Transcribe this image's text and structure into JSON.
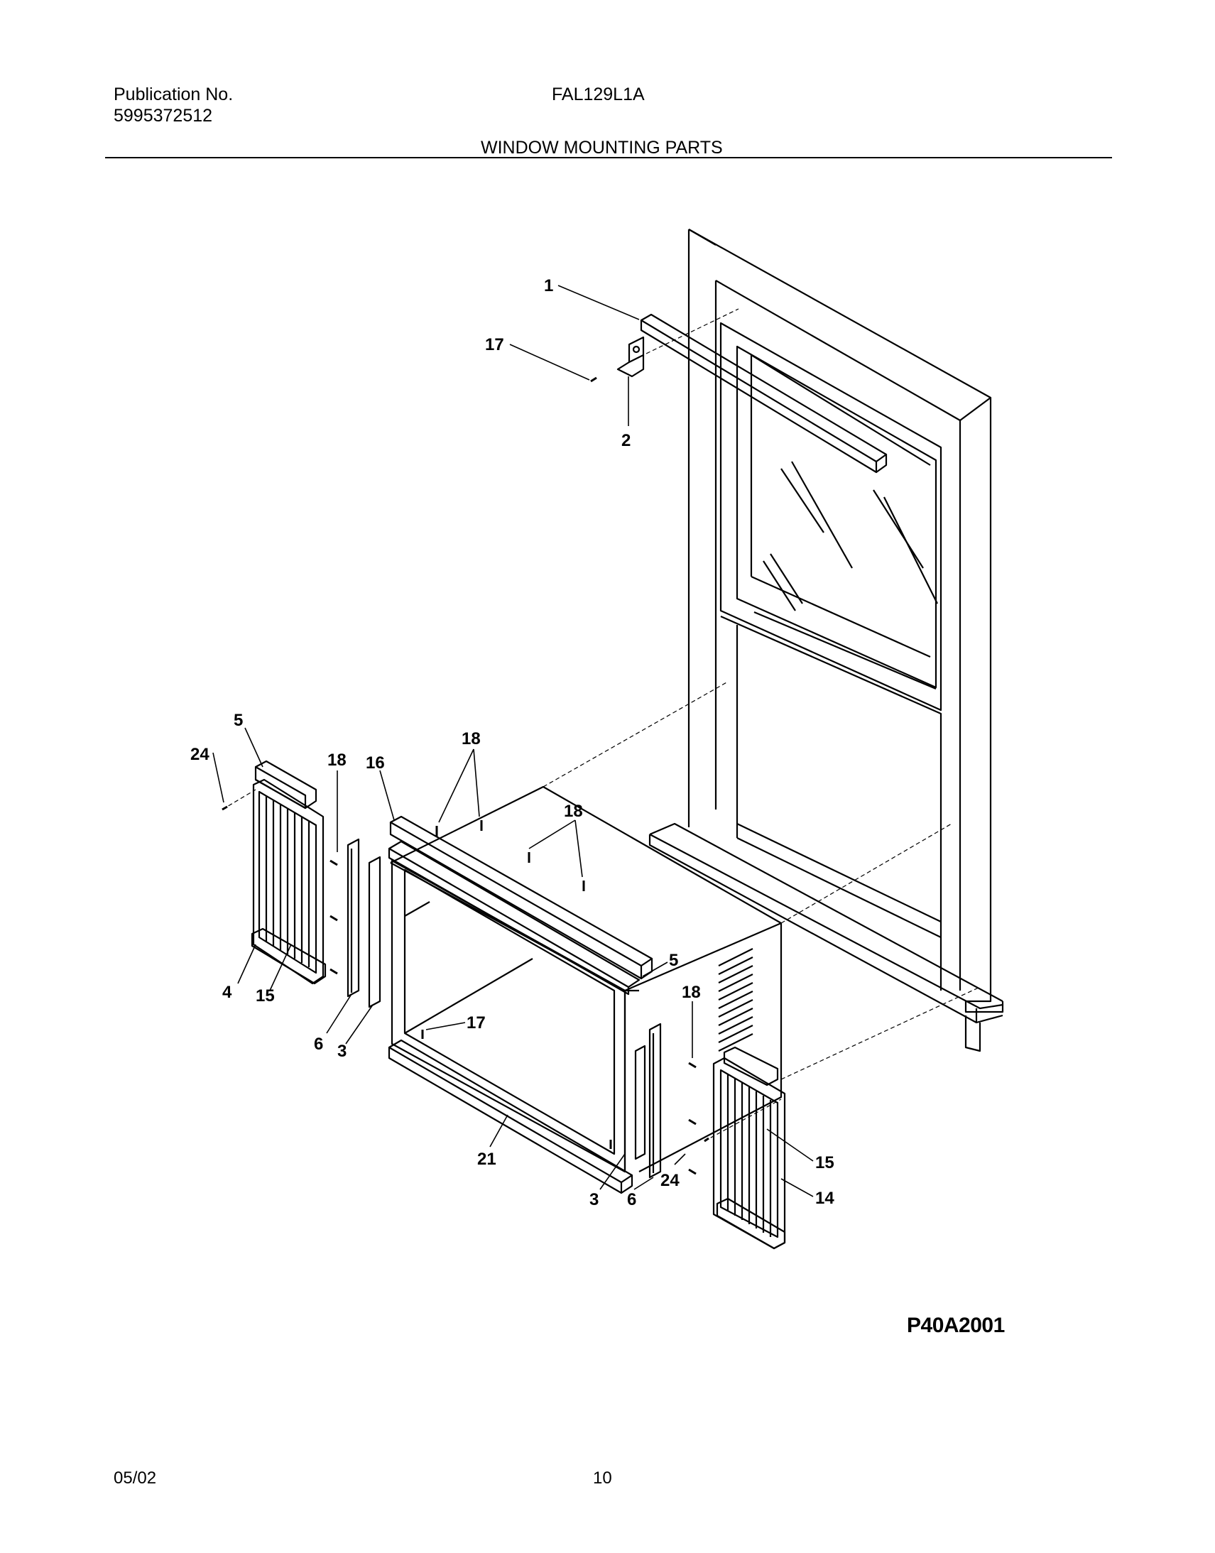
{
  "header": {
    "publication_label": "Publication No.",
    "publication_number": "5995372512",
    "model": "FAL129L1A",
    "section_title": "WINDOW MOUNTING PARTS"
  },
  "diagram": {
    "drawing_code": "P40A2001",
    "callouts": {
      "c1": "1",
      "c2": "2",
      "c17a": "17",
      "c5a": "5",
      "c24a": "24",
      "c18a": "18",
      "c16": "16",
      "c18b": "18",
      "c18c": "18",
      "c5b": "5",
      "c18d": "18",
      "c4": "4",
      "c15a": "15",
      "c6a": "6",
      "c3a": "3",
      "c17b": "17",
      "c21": "21",
      "c3b": "3",
      "c6b": "6",
      "c24b": "24",
      "c15b": "15",
      "c14": "14"
    }
  },
  "footer": {
    "date": "05/02",
    "page_number": "10"
  }
}
